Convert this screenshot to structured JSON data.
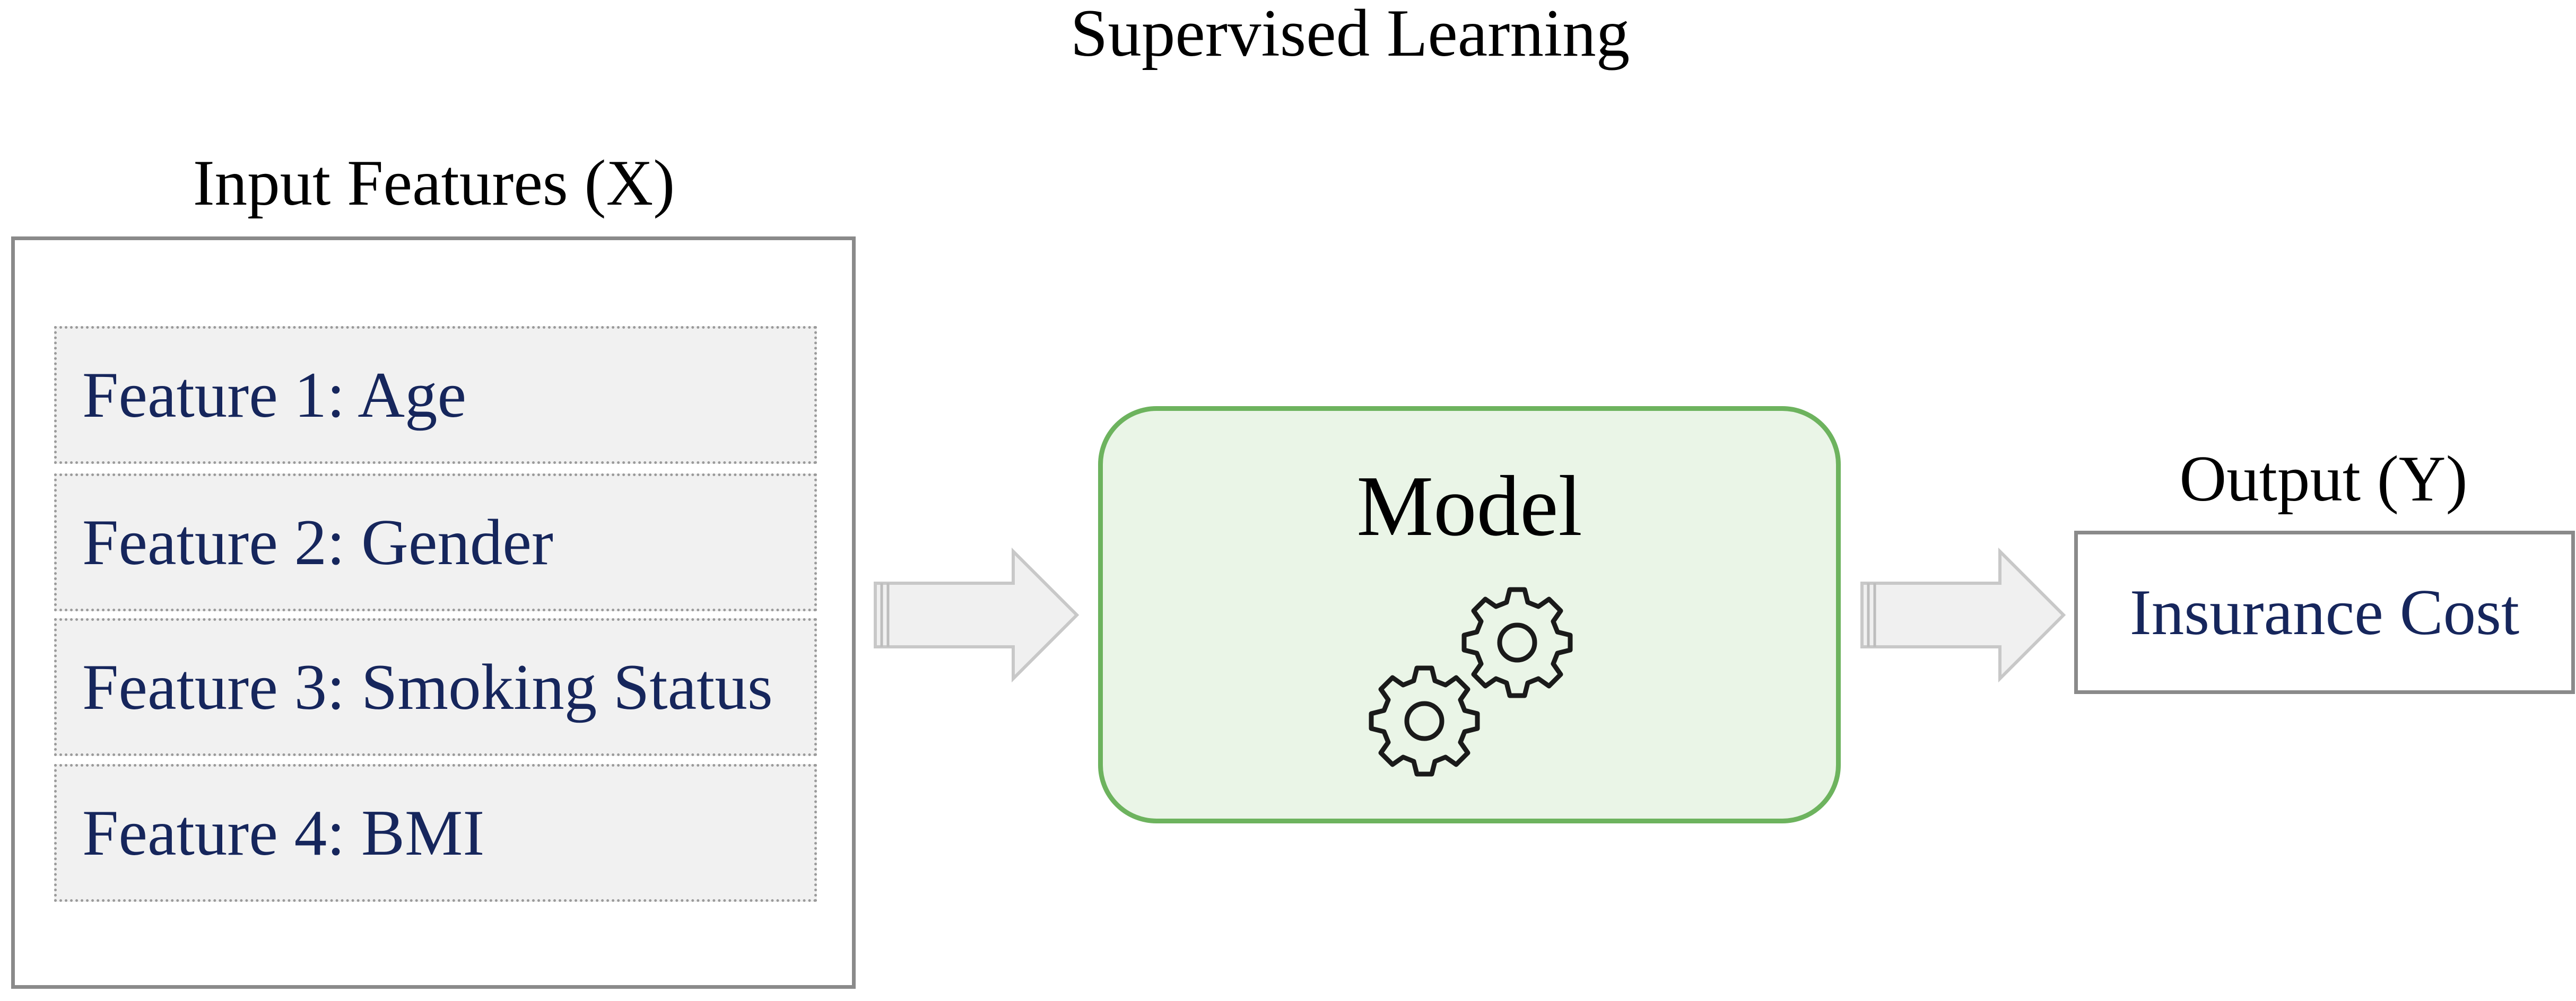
{
  "diagram": {
    "title": "Supervised Learning",
    "input": {
      "title": "Input Features (X)",
      "features": [
        "Feature 1: Age",
        "Feature 2: Gender",
        "Feature 3: Smoking Status",
        "Feature 4: BMI"
      ]
    },
    "model": {
      "label": "Model",
      "icon": "gears-icon"
    },
    "output": {
      "title": "Output (Y)",
      "value": "Insurance Cost"
    },
    "colors": {
      "model_fill": "#eaf5e7",
      "model_border": "#6db35e",
      "feature_fill": "#f1f1f1",
      "text_blue": "#16265c",
      "box_border": "#8a8a8a",
      "arrow_fill": "#f0f0f0",
      "arrow_stroke": "#c8c8c8"
    }
  }
}
